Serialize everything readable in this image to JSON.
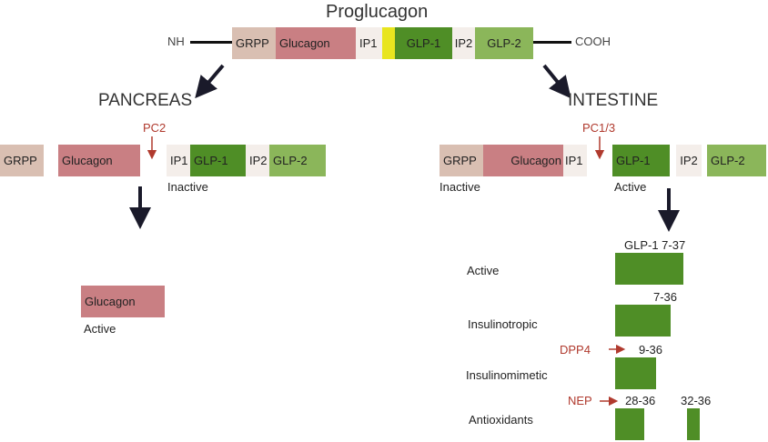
{
  "title": "Proglucagon",
  "terminals": {
    "nh": "NH",
    "cooh": "COOH"
  },
  "proglucagon_segments": {
    "grpp": "GRPP",
    "glucagon": "Glucagon",
    "ip1": "IP1",
    "glp1": "GLP-1",
    "ip2": "IP2",
    "glp2": "GLP-2"
  },
  "pancreas": {
    "heading": "PANCREAS",
    "enzyme": "PC2",
    "segments": {
      "grpp": "GRPP",
      "glucagon": "Glucagon",
      "ip1": "IP1",
      "glp1": "GLP-1",
      "ip2": "IP2",
      "glp2": "GLP-2"
    },
    "inactive_label": "Inactive",
    "product": "Glucagon",
    "product_label": "Active"
  },
  "intestine": {
    "heading": "INTESTINE",
    "enzyme": "PC1/3",
    "segments": {
      "grpp": "GRPP",
      "glucagon": "Glucagon",
      "ip1": "IP1",
      "glp1": "GLP-1",
      "ip2": "IP2",
      "glp2": "GLP-2"
    },
    "inactive_label": "Inactive",
    "active_label": "Active",
    "forms": [
      {
        "label": "GLP-1 7-37",
        "desc": "Active"
      },
      {
        "label": "7-36",
        "desc": "Insulinotropic"
      },
      {
        "label": "9-36",
        "desc": "Insulinomimetic",
        "enzyme": "DPP4"
      },
      {
        "label": "28-36",
        "label2": "32-36",
        "desc": "Antioxidants",
        "enzyme": "NEP"
      }
    ]
  },
  "colors": {
    "grpp": "#d9bfb2",
    "glucagon": "#c97f83",
    "ip": "#f4eeea",
    "yellow": "#e8e51f",
    "glp1": "#4f8e26",
    "glp2": "#8bb65a",
    "enzyme": "#b03a2e",
    "arrow": "#1a1a2a"
  }
}
